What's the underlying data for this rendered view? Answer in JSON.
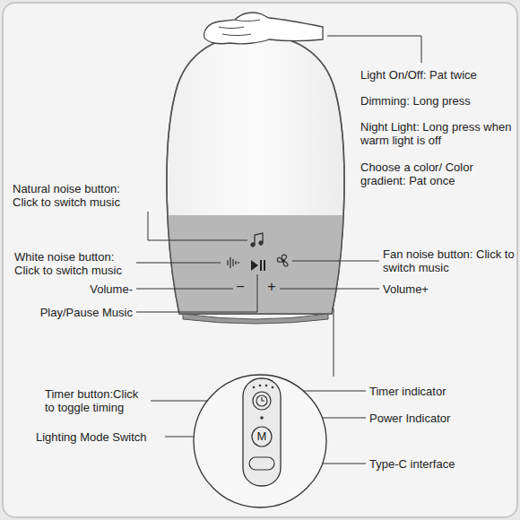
{
  "diagram": {
    "labels": [
      "Light On/Off: Pat twice",
      "Dimming: Long press",
      "Night Light: Long press when warm light is off",
      "Choose a color/ Color gradient: Pat once",
      "Natural noise button: Click to switch music",
      "White noise button: Click to switch music",
      "Fan noise button: Click to switch music",
      "Volume-",
      "−",
      "+",
      "Volume+",
      "Play/Pause Music",
      "Timer button:Click to toggle timing",
      "Timer indicator",
      "Power Indicator",
      "Lighting Mode Switch",
      "M",
      "Type-C interface"
    ]
  }
}
